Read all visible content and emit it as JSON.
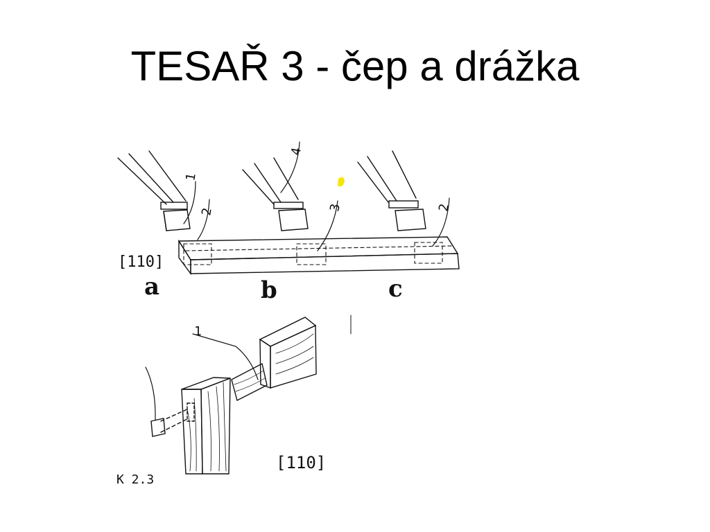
{
  "title": "TESAŘ 3 - čep a drážka",
  "figure_top": {
    "ref": "[110]",
    "part_letters": [
      "a",
      "b",
      "c"
    ],
    "callouts": [
      "1",
      "2",
      "4",
      "3",
      "2"
    ]
  },
  "figure_bottom": {
    "callout": "1",
    "ref": "[110]",
    "code": "K 2.3"
  },
  "colors": {
    "ink": "#111111",
    "highlight": "#f5e600"
  }
}
